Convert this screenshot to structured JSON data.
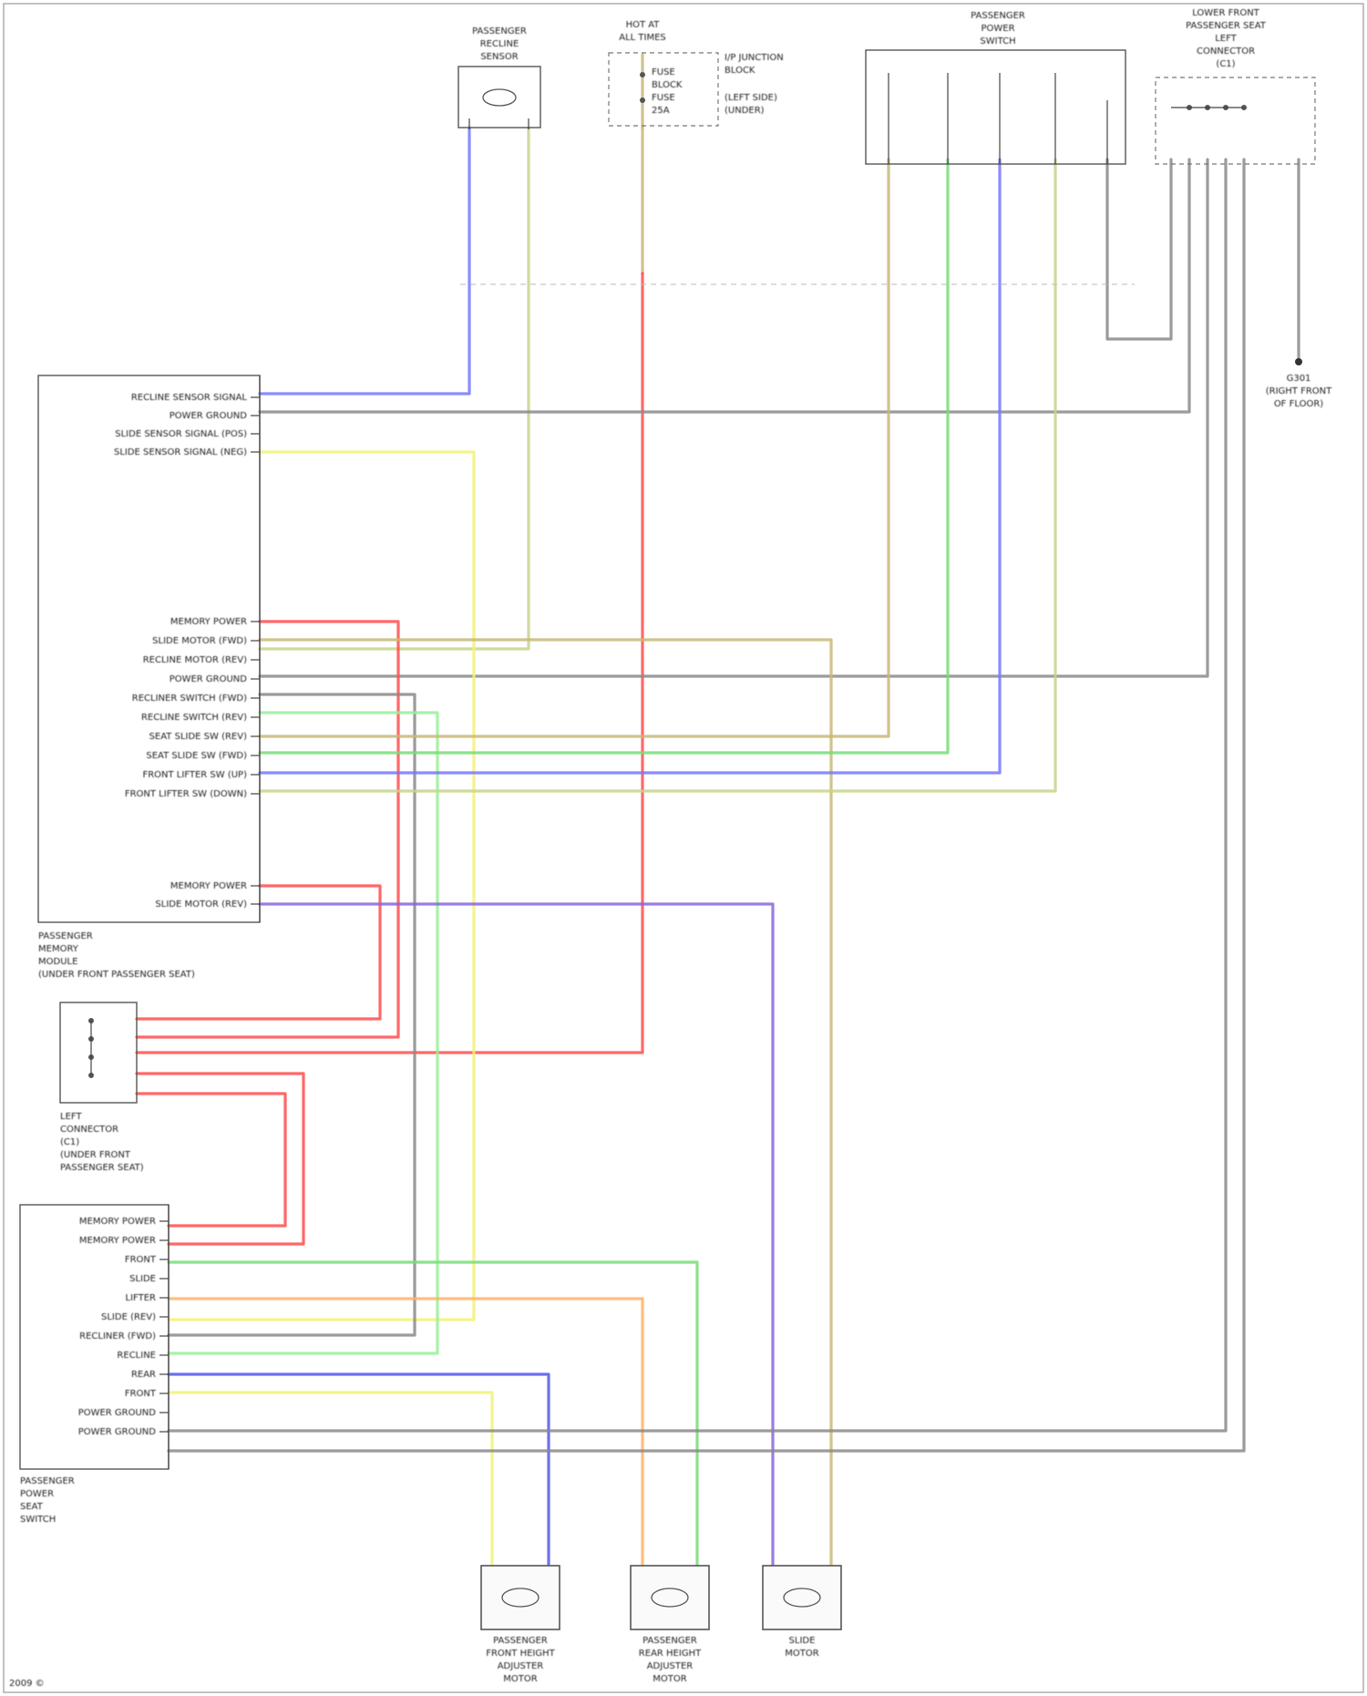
{
  "colors": {
    "red": "#ff4d4d",
    "gray": "#8a8a8a",
    "violet": "#7777ff",
    "tan": "#c8b878",
    "yellow": "#f2f277",
    "green": "#77dd77",
    "lightgreen": "#99ee99",
    "blue": "#5555ee",
    "orange": "#ffb366",
    "purple": "#8866dd",
    "ygreen": "#c6d58a"
  },
  "components": {
    "recline_sensor": [
      "PASSENGER",
      "RECLINE",
      "SENSOR"
    ],
    "fuse_block": [
      "HOT AT",
      "ALL TIMES"
    ],
    "fuse_block_labels": [
      "FUSE",
      "BLOCK",
      "FUSE",
      "25A"
    ],
    "fuse_note": [
      "I/P JUNCTION",
      "BLOCK",
      "(LEFT SIDE)",
      "(UNDER)"
    ],
    "power_switch": [
      "PASSENGER",
      "POWER",
      "SWITCH"
    ],
    "lower_connector": [
      "LOWER FRONT",
      "PASSENGER SEAT",
      "LEFT",
      "CONNECTOR",
      "(C1)"
    ],
    "ground": [
      "G301",
      "(RIGHT FRONT",
      "OF FLOOR)"
    ],
    "memory_module": [
      "PASSENGER",
      "MEMORY",
      "MODULE",
      "(UNDER FRONT PASSENGER SEAT)"
    ],
    "jumper_connector": [
      "LEFT",
      "CONNECTOR",
      "(C1)",
      "(UNDER FRONT",
      "PASSENGER SEAT)"
    ],
    "power_seat_switch": [
      "PASSENGER",
      "POWER",
      "SEAT",
      "SWITCH"
    ],
    "motors": [
      [
        "PASSENGER",
        "FRONT HEIGHT",
        "ADJUSTER",
        "MOTOR"
      ],
      [
        "PASSENGER",
        "REAR HEIGHT",
        "ADJUSTER",
        "MOTOR"
      ],
      [
        "SLIDE",
        "MOTOR"
      ]
    ]
  },
  "memory_pins": {
    "top": [
      "RECLINE SENSOR SIGNAL",
      "POWER GROUND",
      "SLIDE SENSOR SIGNAL (POS)",
      "SLIDE SENSOR SIGNAL (NEG)"
    ],
    "middle": [
      "MEMORY POWER",
      "SLIDE MOTOR (FWD)",
      "RECLINE MOTOR (REV)",
      "POWER GROUND",
      "RECLINER SWITCH (FWD)",
      "RECLINE SWITCH (REV)",
      "SEAT SLIDE SW (REV)",
      "SEAT SLIDE SW (FWD)",
      "FRONT LIFTER SW (UP)",
      "FRONT LIFTER SW (DOWN)"
    ],
    "bottom": [
      "MEMORY POWER",
      "SLIDE MOTOR (REV)"
    ]
  },
  "seat_switch_pins": [
    "MEMORY POWER",
    "MEMORY POWER",
    "FRONT",
    "SLIDE",
    "LIFTER",
    "SLIDE (REV)",
    "RECLINER (FWD)",
    "RECLINE",
    "REAR",
    "FRONT",
    "POWER GROUND",
    "POWER GROUND"
  ],
  "footer": "2009 ©"
}
